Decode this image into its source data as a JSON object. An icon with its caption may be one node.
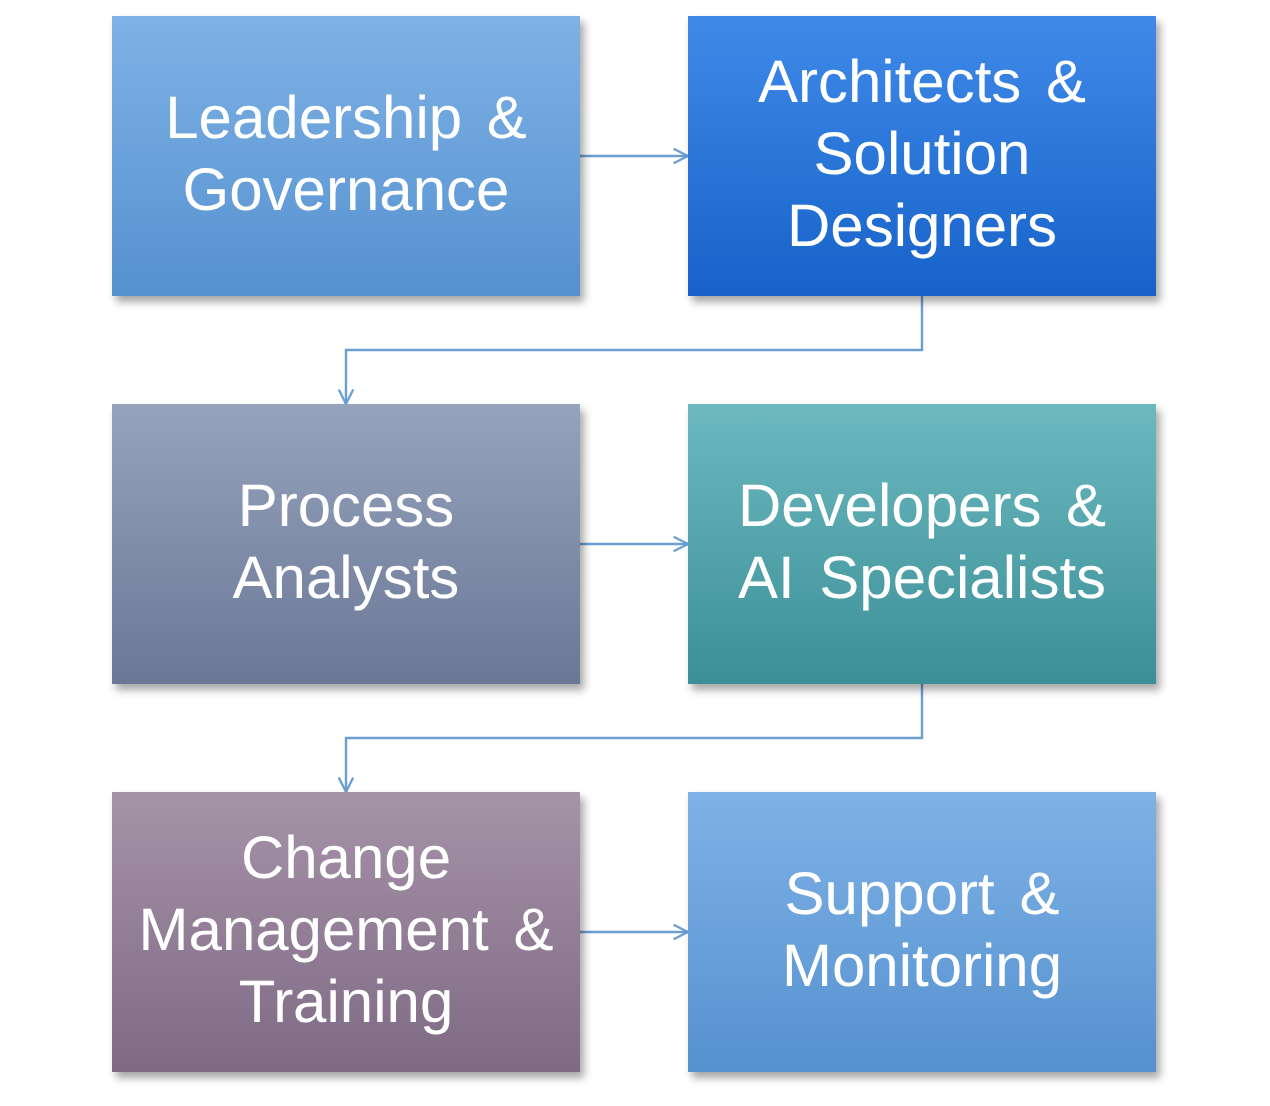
{
  "diagram": {
    "nodes": [
      {
        "text": [
          "Leadership & Governance"
        ]
      },
      {
        "text": [
          "Architects & Solution Designers"
        ]
      },
      {
        "text": [
          "Process Analysts"
        ]
      },
      {
        "text": [
          "Developers & AI Specialists"
        ]
      },
      {
        "text": [
          "Change Management & Training"
        ]
      },
      {
        "text": [
          "Support & Monitoring"
        ]
      }
    ],
    "edges": [
      {
        "from": 0,
        "to": 1,
        "arrow": "to"
      },
      {
        "from": 1,
        "to": 2,
        "arrow": "to"
      },
      {
        "from": 2,
        "to": 3,
        "arrow": "to"
      },
      {
        "from": 3,
        "to": 4,
        "arrow": "to"
      },
      {
        "from": 4,
        "to": 5,
        "arrow": "to"
      }
    ]
  }
}
